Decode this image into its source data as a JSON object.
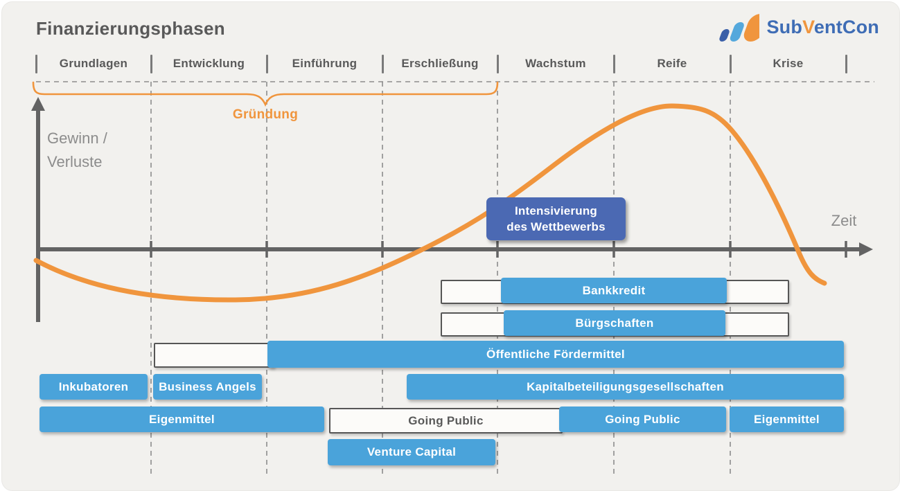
{
  "title": "Finanzierungsphasen",
  "logo": {
    "sub": "Sub",
    "v": "V",
    "entcon": "entCon"
  },
  "phases": [
    "Grundlagen",
    "Entwicklung",
    "Einführung",
    "Erschließung",
    "Wachstum",
    "Reife",
    "Krise"
  ],
  "founding_brace": {
    "label": "Gründung"
  },
  "axes": {
    "y_label_line1": "Gewinn /",
    "y_label_line2": "Verluste",
    "x_label": "Zeit"
  },
  "annotation": {
    "line1": "Intensivierung",
    "line2": "des Wettbewerbs"
  },
  "funding_bars": [
    {
      "id": "bankkredit",
      "label": "Bankkredit"
    },
    {
      "id": "buergschaften",
      "label": "Bürgschaften"
    },
    {
      "id": "oeffentliche-foerdermittel",
      "label": "Öffentliche Fördermittel"
    },
    {
      "id": "inkubatoren",
      "label": "Inkubatoren"
    },
    {
      "id": "business-angels",
      "label": "Business Angels"
    },
    {
      "id": "kapitalbeteiligungsgesellschaften",
      "label": "Kapitalbeteiligungsgesellschaften"
    },
    {
      "id": "eigenmittel-frueh",
      "label": "Eigenmittel"
    },
    {
      "id": "going-public",
      "label": "Going Public"
    },
    {
      "id": "eigenmittel-spaet",
      "label": "Eigenmittel"
    },
    {
      "id": "venture-capital",
      "label": "Venture Capital"
    }
  ],
  "outline_bars": [
    {
      "id": "bankkredit-range",
      "label": ""
    },
    {
      "id": "buergschaften-range",
      "label": ""
    },
    {
      "id": "foerdermittel-range",
      "label": ""
    },
    {
      "id": "going-public-range",
      "label": "Going Public"
    }
  ],
  "colors": {
    "accent_orange": "#F0953D",
    "bar_blue": "#4AA3DA",
    "annotation_blue": "#4B69B3",
    "text_gray": "#595959",
    "axis_gray": "#636363",
    "logo_text_blue": "#3F6DB5",
    "logo_dark_blue": "#3A5FA8",
    "logo_light_blue": "#54A8DC",
    "background": "#F2F1EE"
  }
}
